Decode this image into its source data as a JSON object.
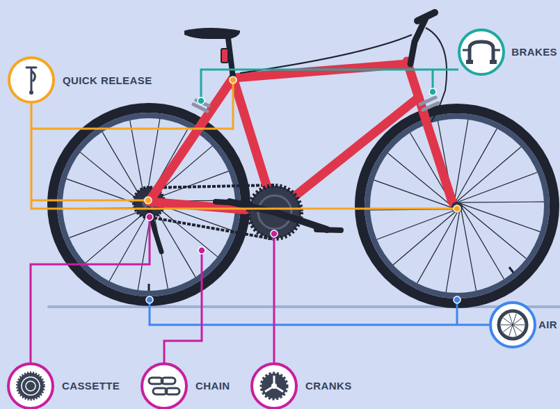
{
  "diagram": {
    "labels": [
      "QUICK RELEASE",
      "BRAKES",
      "AIR",
      "CASSETTE",
      "CHAIN",
      "CRANKS"
    ]
  }
}
